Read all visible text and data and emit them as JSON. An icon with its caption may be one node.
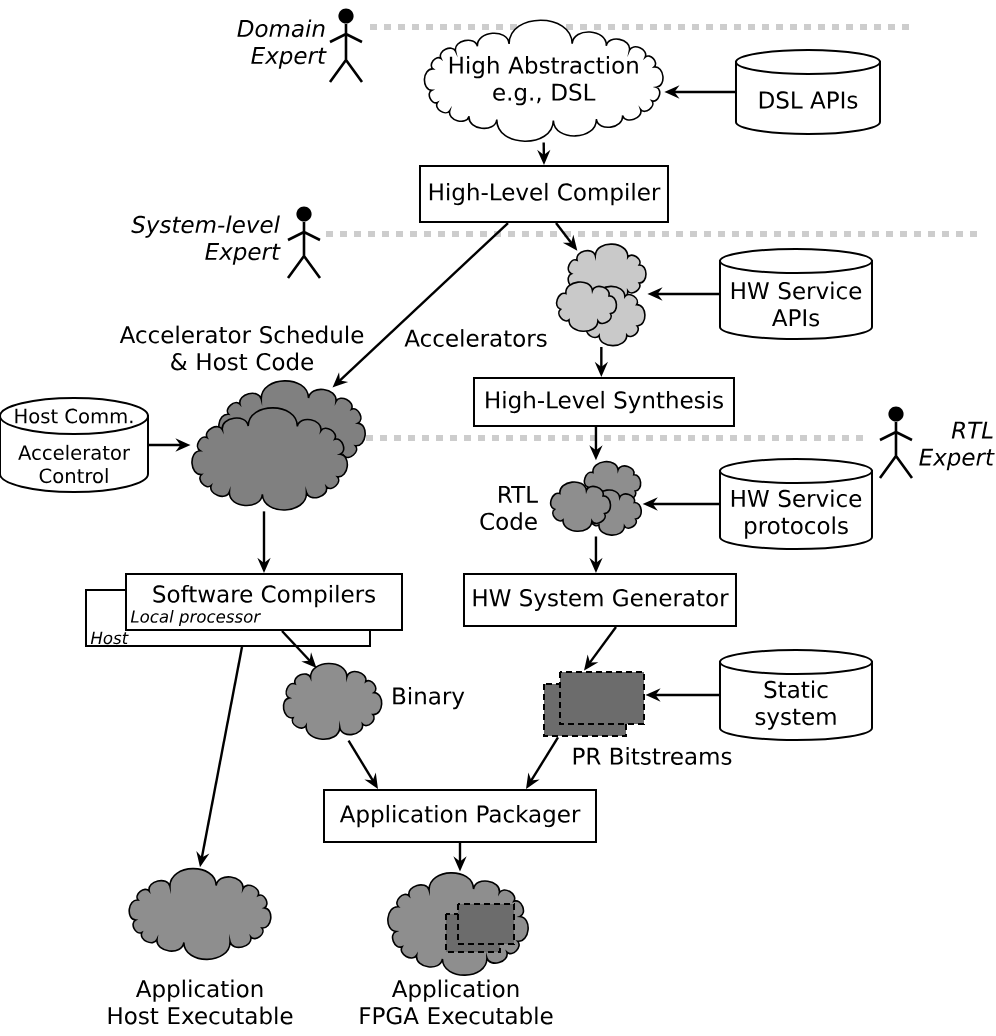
{
  "diagram": {
    "nodes": [
      {
        "text": [],
        "shape": "person",
        "beside": [
          "Domain Expert"
        ]
      },
      {
        "text": [
          "High Abstraction e.g., DSL"
        ]
      },
      {
        "text": [
          "DSL APIs"
        ]
      },
      {
        "text": [
          "High-Level Compiler"
        ]
      },
      {
        "text": [],
        "shape": "person",
        "beside": [
          "System-level Expert"
        ]
      },
      {
        "text": [],
        "shape": "cloud",
        "beside": [
          "Accelerators"
        ]
      },
      {
        "text": [
          "HW Service APIs"
        ]
      },
      {
        "text": [],
        "shape": "cloud",
        "beside": [
          "Accelerator Schedule & Host Code"
        ]
      },
      {
        "text": [
          "Host Comm.",
          "Accelerator Control"
        ]
      },
      {
        "text": [
          "High-Level Synthesis"
        ]
      },
      {
        "text": [],
        "shape": "person",
        "beside": [
          "RTL Expert"
        ]
      },
      {
        "text": [],
        "shape": "cloud",
        "beside": [
          "RTL Code"
        ]
      },
      {
        "text": [
          "HW Service protocols"
        ]
      },
      {
        "text": [
          "Software Compilers",
          "Local processor"
        ]
      },
      {
        "text": [
          "Host"
        ]
      },
      {
        "text": [
          "HW System Generator"
        ]
      },
      {
        "text": [],
        "shape": "cloud",
        "beside": [
          "Binary"
        ]
      },
      {
        "text": [],
        "shape": "box",
        "beside": [
          "PR Bitstreams"
        ]
      },
      {
        "text": [
          "Static system"
        ]
      },
      {
        "text": [
          "Application Packager"
        ]
      },
      {
        "text": [],
        "shape": "cloud",
        "beside": [
          "Application Host Executable"
        ]
      },
      {
        "text": [],
        "shape": "cloud",
        "beside": [
          "Application FPGA Executable"
        ]
      }
    ],
    "edges": [
      {
        "from": 2,
        "to": 1,
        "arrow": "to"
      },
      {
        "from": 1,
        "to": 3,
        "arrow": "to"
      },
      {
        "from": 3,
        "to": 5,
        "arrow": "to"
      },
      {
        "from": 3,
        "to": 7,
        "arrow": "to"
      },
      {
        "from": 6,
        "to": 5,
        "arrow": "to"
      },
      {
        "from": 5,
        "to": 9,
        "arrow": "to"
      },
      {
        "from": 9,
        "to": 11,
        "arrow": "to"
      },
      {
        "from": 12,
        "to": 11,
        "arrow": "to"
      },
      {
        "from": 11,
        "to": 15,
        "arrow": "to"
      },
      {
        "from": 8,
        "to": 7,
        "arrow": "to"
      },
      {
        "from": 7,
        "to": 13,
        "arrow": "to"
      },
      {
        "from": 15,
        "to": 17,
        "arrow": "to"
      },
      {
        "from": 18,
        "to": 17,
        "arrow": "to"
      },
      {
        "from": 13,
        "to": 16,
        "arrow": "to"
      },
      {
        "from": 14,
        "to": 20,
        "arrow": "to"
      },
      {
        "from": 16,
        "to": 19,
        "arrow": "to"
      },
      {
        "from": 17,
        "to": 19,
        "arrow": "to"
      },
      {
        "from": 19,
        "to": 21,
        "arrow": "to"
      }
    ]
  }
}
